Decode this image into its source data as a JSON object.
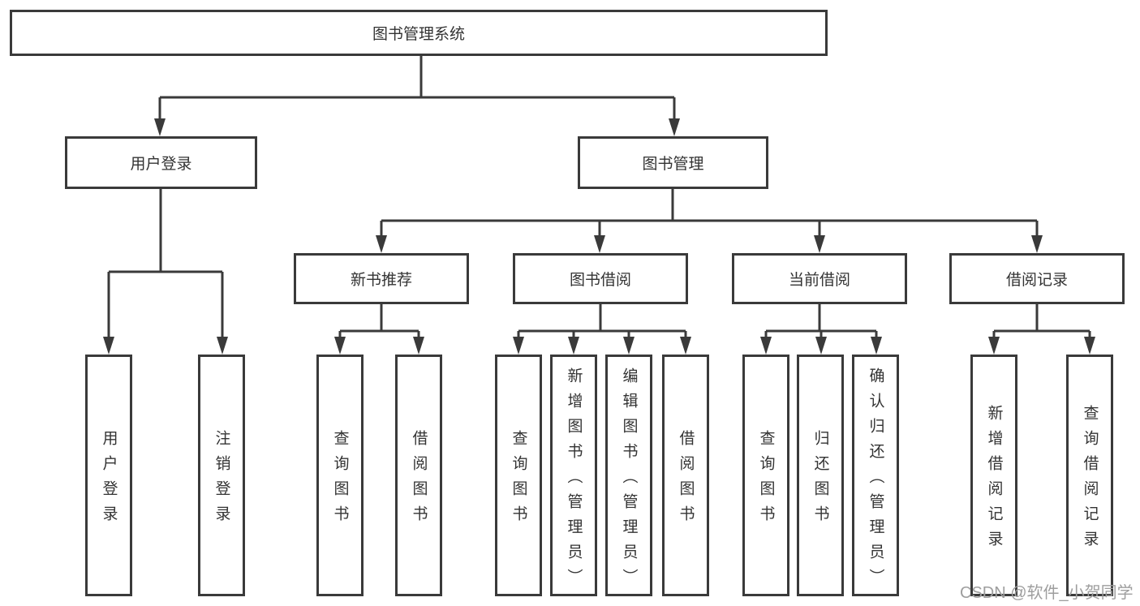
{
  "tree": {
    "root": {
      "label": "图书管理系统"
    },
    "branches": [
      {
        "label": "用户登录",
        "children": [
          {
            "label": "用户登录"
          },
          {
            "label": "注销登录"
          }
        ]
      },
      {
        "label": "图书管理",
        "children": [
          {
            "label": "新书推荐",
            "children": [
              {
                "label": "查询图书"
              },
              {
                "label": "借阅图书"
              }
            ]
          },
          {
            "label": "图书借阅",
            "children": [
              {
                "label": "查询图书"
              },
              {
                "label": "新增图书（管理员）"
              },
              {
                "label": "编辑图书（管理员）"
              },
              {
                "label": "借阅图书"
              }
            ]
          },
          {
            "label": "当前借阅",
            "children": [
              {
                "label": "查询图书"
              },
              {
                "label": "归还图书"
              },
              {
                "label": "确认归还（管理员）"
              }
            ]
          },
          {
            "label": "借阅记录",
            "children": [
              {
                "label": "新增借阅记录"
              },
              {
                "label": "查询借阅记录"
              }
            ]
          }
        ]
      }
    ]
  },
  "watermark": {
    "text": "CSDN @软件_小贺同学"
  },
  "colors": {
    "line": "#3a3a3a",
    "text": "#333333",
    "watermark": "#9e9e9e",
    "background": "#ffffff"
  }
}
